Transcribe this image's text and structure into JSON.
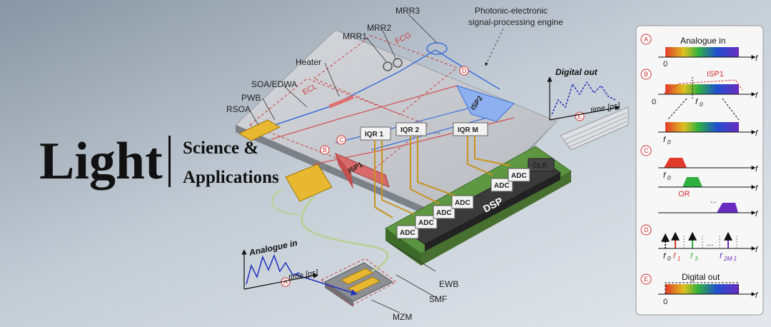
{
  "brand": {
    "main": "Light",
    "line1": "Science &",
    "line2": "Applications"
  },
  "labels": {
    "mrr3": "MRR3",
    "mrr2": "MRR2",
    "mrr1": "MRR1",
    "fcg": "FCG",
    "engine1": "Photonic-electronic",
    "engine2": "signal-processing engine",
    "heater": "Heater",
    "soa": "SOA/EDWA",
    "pwb": "PWB",
    "rsoa": "RSOA",
    "ecl": "ECL",
    "isp1": "ISP1",
    "isp2": "ISP2",
    "iqr1": "IQR 1",
    "iqr2": "IQR 2",
    "iqrm": "IQR M",
    "dots": "...",
    "adc": "ADC",
    "clk": "CLK",
    "dsp": "DSP",
    "ewb": "EWB",
    "smf": "SMF",
    "mzm": "MZM",
    "digital_out": "Digital out",
    "analogue_in": "Analogue in",
    "time_ps": "time [ps]",
    "circ_a": "A",
    "circ_b": "B",
    "circ_c": "C",
    "circ_d": "D",
    "circ_e": "E"
  },
  "panel": {
    "a_title": "Analogue in",
    "b_isp1": "ISP1",
    "c_or": "OR",
    "e_title": "Digital out",
    "f": "f",
    "zero": "0",
    "f0": "f",
    "sub0": "0",
    "f1": "f",
    "sub1": "1",
    "f3": "f",
    "sub3": "3",
    "f2m": "f",
    "sub2m": "2M-1",
    "dots": "..."
  }
}
